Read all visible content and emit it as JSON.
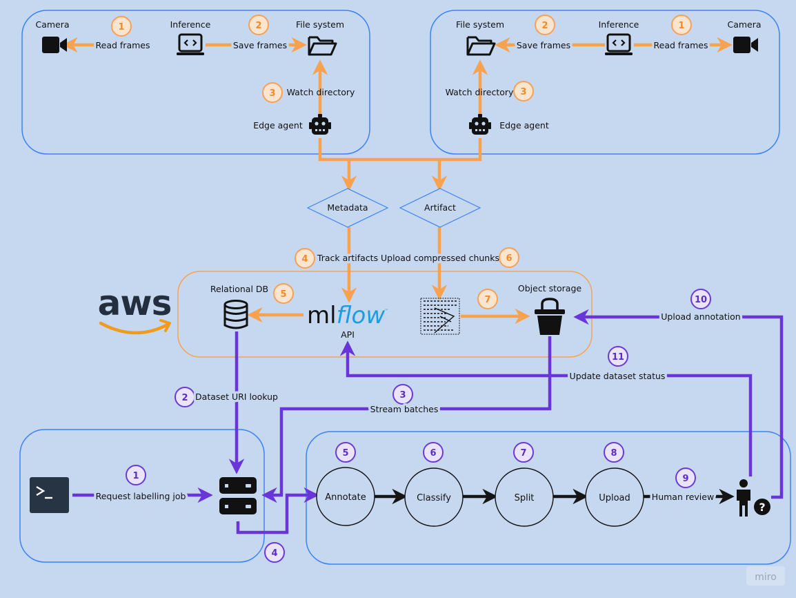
{
  "top_left": {
    "camera": "Camera",
    "inference": "Inference",
    "file_system": "File system",
    "read_frames": "Read frames",
    "save_frames": "Save frames",
    "watch_directory": "Watch directory",
    "edge_agent": "Edge agent",
    "badges": [
      "1",
      "2",
      "3"
    ]
  },
  "top_right": {
    "camera": "Camera",
    "inference": "Inference",
    "file_system": "File system",
    "read_frames": "Read frames",
    "save_frames": "Save frames",
    "watch_directory": "Watch directory",
    "edge_agent": "Edge agent",
    "badges": [
      "1",
      "2",
      "3"
    ]
  },
  "decisions": {
    "metadata": "Metadata",
    "artifact": "Artifact"
  },
  "aws": {
    "logo_text": "aws",
    "relational_db": "Relational DB",
    "mlflow_ml": "ml",
    "mlflow_flow": "flow",
    "mlflow_api": "API",
    "object_storage": "Object storage",
    "track_artifacts": "Track artifacts",
    "upload_compressed_chunks": "Upload compressed chunks",
    "badges": {
      "track": "4",
      "db": "5",
      "upload": "6",
      "store": "7"
    }
  },
  "purple_flow": {
    "dataset_uri_lookup": "Dataset URI lookup",
    "stream_batches": "Stream batches",
    "update_dataset_status": "Update dataset status",
    "upload_annotation": "Upload annotation",
    "request_labelling_job": "Request labelling job",
    "human_review": "Human review",
    "badges": {
      "lookup": "2",
      "stream": "3",
      "update": "11",
      "upload_annotation": "10",
      "request": "1",
      "server_out": "4",
      "review": "9"
    }
  },
  "pipeline": {
    "steps": [
      {
        "badge": "5",
        "label": "Annotate"
      },
      {
        "badge": "6",
        "label": "Classify"
      },
      {
        "badge": "7",
        "label": "Split"
      },
      {
        "badge": "8",
        "label": "Upload"
      }
    ]
  },
  "colors": {
    "background": "#c6d8f0",
    "orange": "#f8a14f",
    "purple": "#6a35d8",
    "blue_border": "#3b82f6"
  },
  "icons": [
    "camera-icon",
    "laptop-code-icon",
    "folder-open-icon",
    "robot-icon",
    "database-icon",
    "chip-icon",
    "bucket-icon",
    "terminal-icon",
    "server-icon",
    "person-question-icon"
  ],
  "watermark": "miro"
}
